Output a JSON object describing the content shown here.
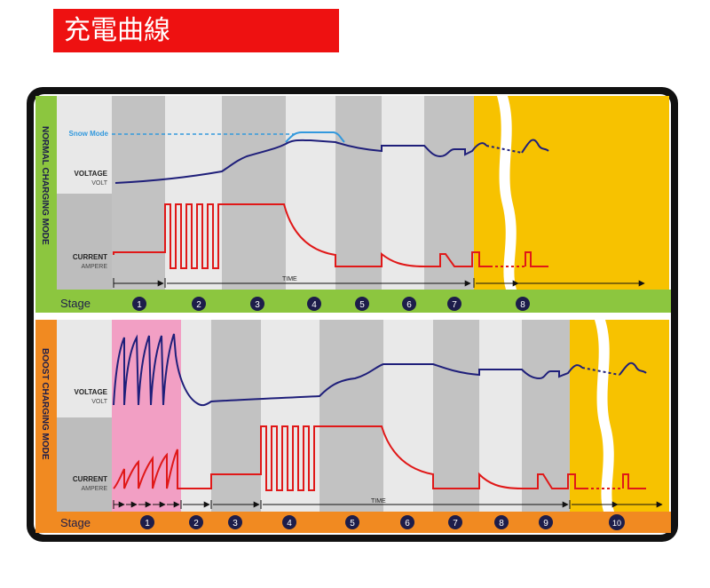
{
  "title": "充電曲線",
  "normal": {
    "mode_label": "NORMAL CHARGING MODE",
    "snow_mode": "Snow Mode",
    "voltage": "VOLTAGE",
    "volt": "VOLT",
    "current": "CURRENT",
    "ampere": "AMPERE",
    "time": "TIME",
    "stage_label": "Stage",
    "stages": [
      "1",
      "2",
      "3",
      "4",
      "5",
      "6",
      "7",
      "8"
    ]
  },
  "boost": {
    "mode_label": "BOOST CHARGING MODE",
    "voltage": "VOLTAGE",
    "volt": "VOLT",
    "current": "CURRENT",
    "ampere": "AMPERE",
    "time": "TIME",
    "stage_label": "Stage",
    "stages": [
      "1",
      "2",
      "3",
      "4",
      "5",
      "6",
      "7",
      "8",
      "9",
      "10"
    ]
  },
  "colors": {
    "title_bg": "#ee1111",
    "frame": "#111111",
    "normal_strip": "#8cc63f",
    "boost_strip": "#f18a21",
    "float_zone": "#f7c200",
    "boost_pink": "#f29fc4",
    "voltage_line": "#1f1f7a",
    "current_line": "#e01818",
    "snow_line": "#3399dd",
    "stage_circle": "#1d1d4a"
  }
}
